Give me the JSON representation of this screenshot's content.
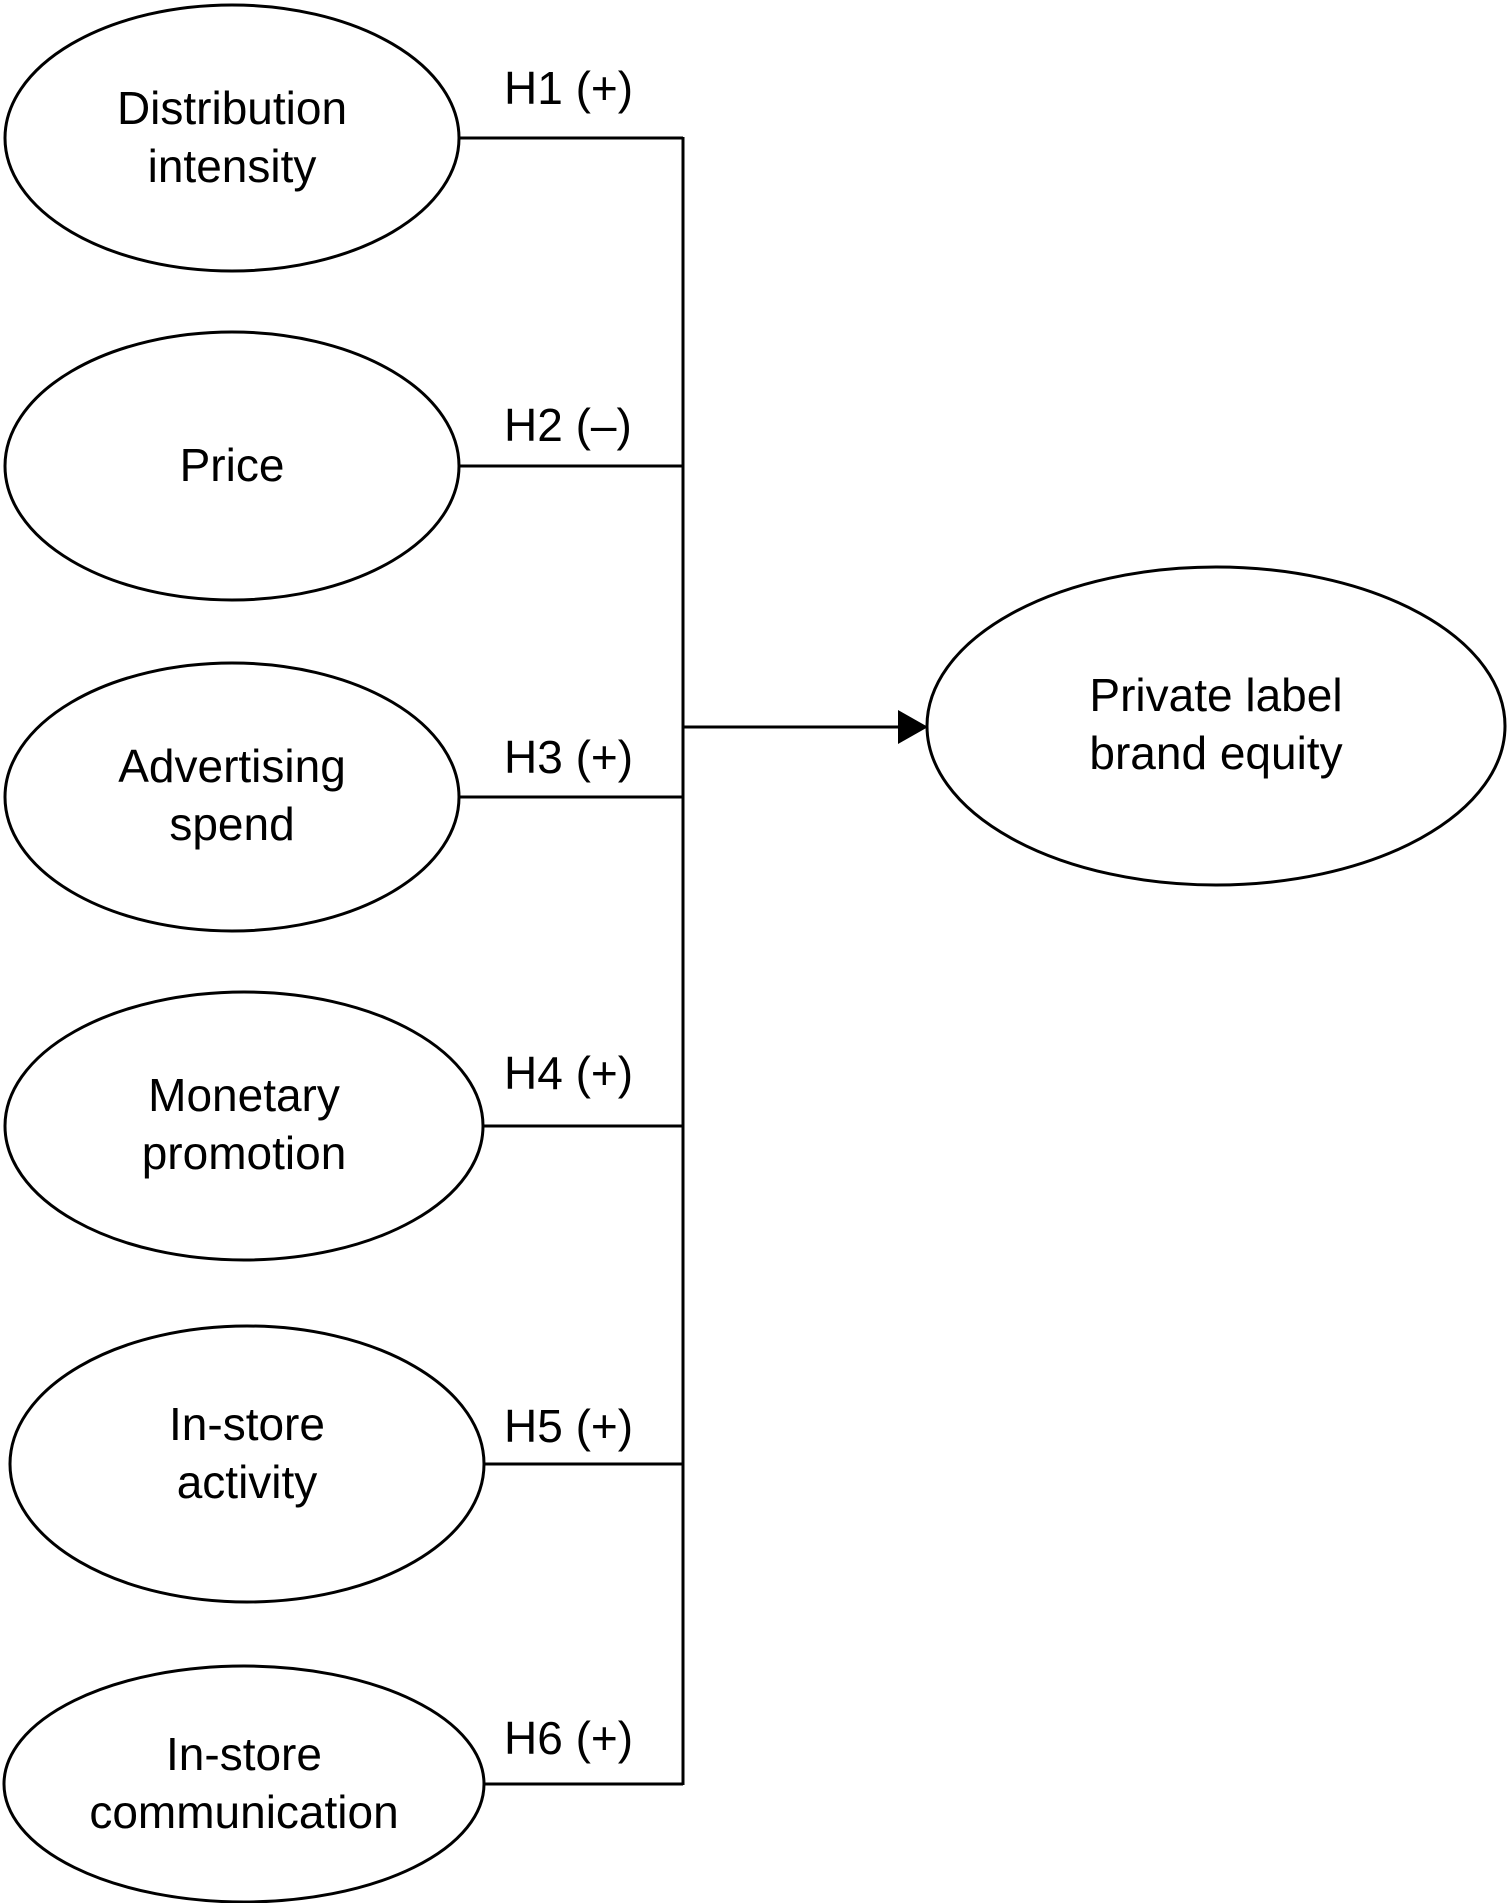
{
  "predictors": [
    {
      "lines": [
        "Distribution",
        "intensity"
      ],
      "hypothesis": "H1 (+)"
    },
    {
      "lines": [
        "Price"
      ],
      "hypothesis": "H2 (–)"
    },
    {
      "lines": [
        "Advertising",
        "spend"
      ],
      "hypothesis": "H3 (+)"
    },
    {
      "lines": [
        "Monetary",
        "promotion"
      ],
      "hypothesis": "H4 (+)"
    },
    {
      "lines": [
        "In-store",
        "activity"
      ],
      "hypothesis": "H5 (+)"
    },
    {
      "lines": [
        "In-store",
        "communication"
      ],
      "hypothesis": "H6 (+)"
    }
  ],
  "outcome": {
    "lines": [
      "Private label",
      "brand equity"
    ]
  }
}
